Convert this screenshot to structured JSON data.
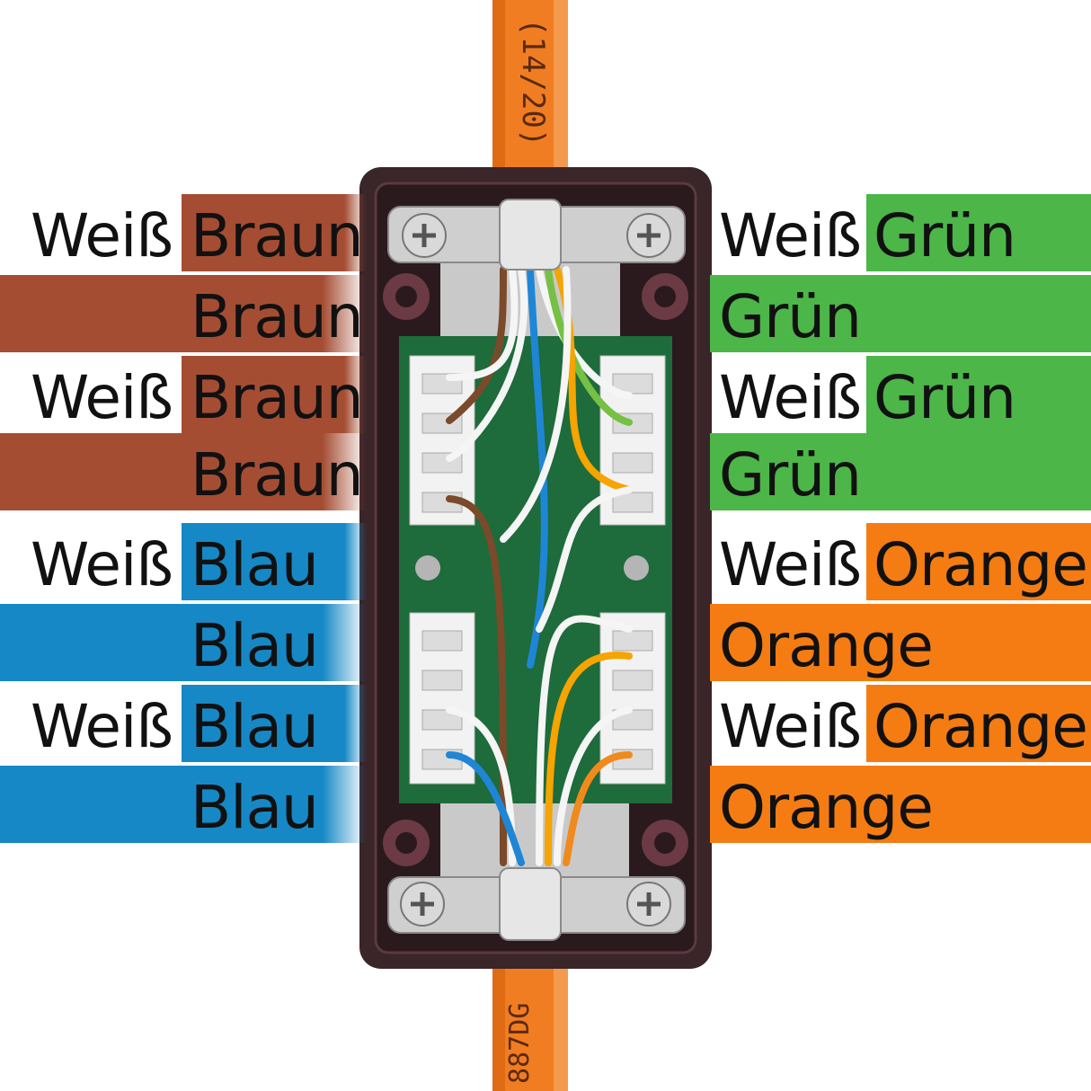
{
  "colors": {
    "brown": "#a54d33",
    "green": "#4cb648",
    "blue": "#1688c6",
    "orange": "#f47c13",
    "white": "#ffffff",
    "cable": "#f08024",
    "housing": "#3a2529"
  },
  "cable_text": {
    "top": "(14/20)",
    "bottom": "887DG"
  },
  "left_labels": [
    {
      "prefix": "Weiß",
      "color": "Braun",
      "swatch": "brown",
      "striped": true
    },
    {
      "prefix": "",
      "color": "Braun",
      "swatch": "brown",
      "striped": false
    },
    {
      "prefix": "Weiß",
      "color": "Braun",
      "swatch": "brown",
      "striped": true
    },
    {
      "prefix": "",
      "color": "Braun",
      "swatch": "brown",
      "striped": false
    },
    {
      "prefix": "Weiß",
      "color": "Blau",
      "swatch": "blue",
      "striped": true
    },
    {
      "prefix": "",
      "color": "Blau",
      "swatch": "blue",
      "striped": false
    },
    {
      "prefix": "Weiß",
      "color": "Blau",
      "swatch": "blue",
      "striped": true
    },
    {
      "prefix": "",
      "color": "Blau",
      "swatch": "blue",
      "striped": false
    }
  ],
  "right_labels": [
    {
      "prefix": "Weiß",
      "color": "Grün",
      "swatch": "green",
      "striped": true
    },
    {
      "prefix": "",
      "color": "Grün",
      "swatch": "green",
      "striped": false
    },
    {
      "prefix": "Weiß",
      "color": "Grün",
      "swatch": "green",
      "striped": true
    },
    {
      "prefix": "",
      "color": "Grün",
      "swatch": "green",
      "striped": false
    },
    {
      "prefix": "Weiß",
      "color": "Orange",
      "swatch": "orange",
      "striped": true
    },
    {
      "prefix": "",
      "color": "Orange",
      "swatch": "orange",
      "striped": false
    },
    {
      "prefix": "Weiß",
      "color": "Orange",
      "swatch": "orange",
      "striped": true
    },
    {
      "prefix": "",
      "color": "Orange",
      "swatch": "orange",
      "striped": false
    }
  ]
}
